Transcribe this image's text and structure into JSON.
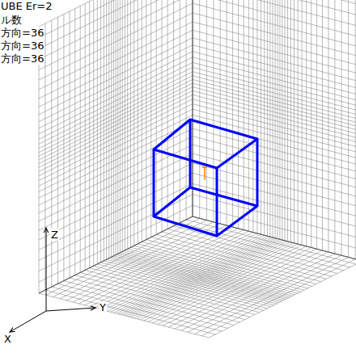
{
  "diagram": {
    "labels": [
      "UBE Er=2",
      "ル数",
      "方向=36",
      "方向=36",
      "方向=36",
      "Z",
      "X",
      "Y"
    ]
  }
}
